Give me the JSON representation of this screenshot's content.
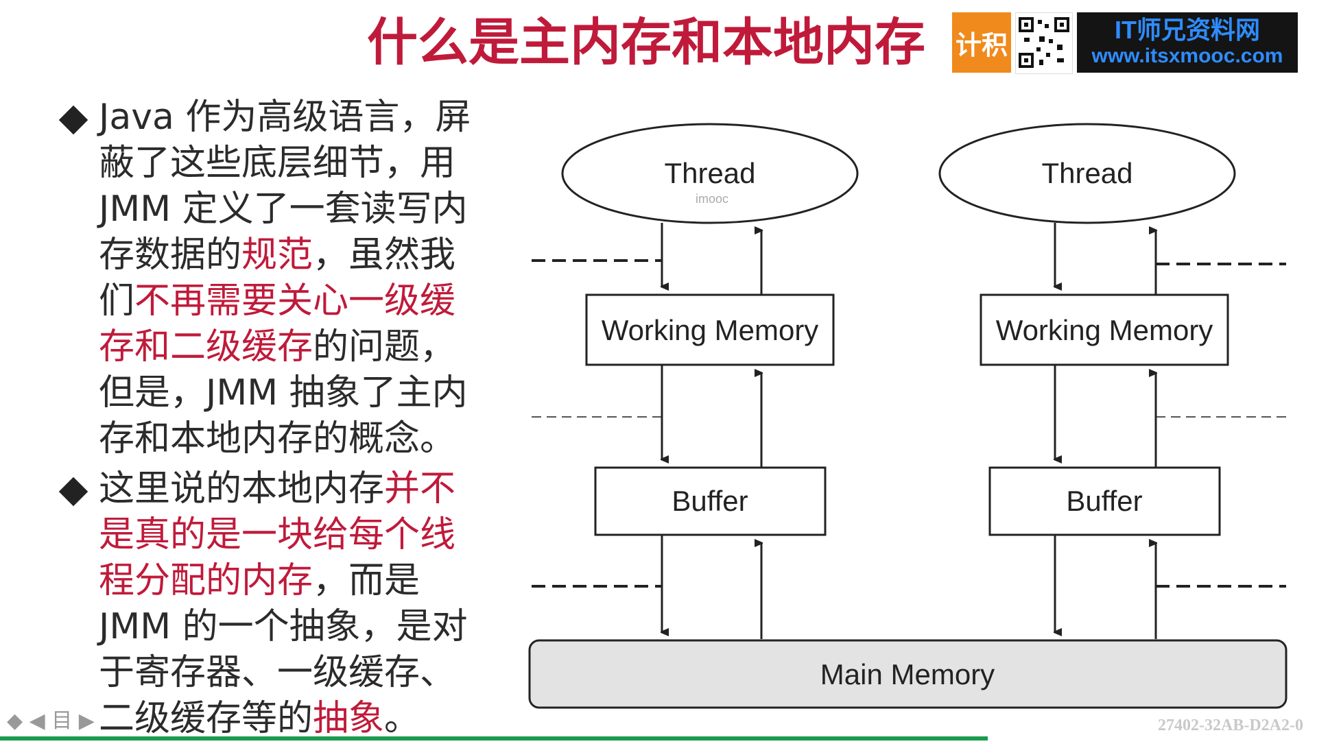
{
  "title": "什么是主内存和本地内存",
  "banner": {
    "badge_text": "计积",
    "site_name": "IT师兄资料网",
    "site_url": "www.itsxmooc.com"
  },
  "bullets": [
    {
      "segments": [
        {
          "text": "Java 作为高级语言，屏蔽了这些底层细节，用JMM 定义了一套读写内存数据的",
          "red": false
        },
        {
          "text": "规范",
          "red": true
        },
        {
          "text": "，虽然我们",
          "red": false
        },
        {
          "text": "不再需要关心一级缓存和二级缓存",
          "red": true
        },
        {
          "text": "的问题，但是，JMM 抽象了主内存和本地内存的概念。",
          "red": false
        }
      ]
    },
    {
      "segments": [
        {
          "text": "这里说的本地内存",
          "red": false
        },
        {
          "text": "并不是真的是一块给每个线程分配的内存",
          "red": true
        },
        {
          "text": "，而是JMM 的一个抽象，是对于寄存器、一级缓存、二级缓存等的",
          "red": false
        },
        {
          "text": "抽象",
          "red": true
        },
        {
          "text": "。",
          "red": false
        }
      ]
    }
  ],
  "diagram": {
    "columns": [
      {
        "thread": "Thread",
        "working": "Working Memory",
        "buffer": "Buffer"
      },
      {
        "thread": "Thread",
        "working": "Working Memory",
        "buffer": "Buffer"
      }
    ],
    "main": "Main Memory",
    "thread_watermark": "imooc"
  },
  "footer": {
    "id_text": "27402-32AB-D2A2-0",
    "nav": "◆ ◀ 目 ▶"
  }
}
